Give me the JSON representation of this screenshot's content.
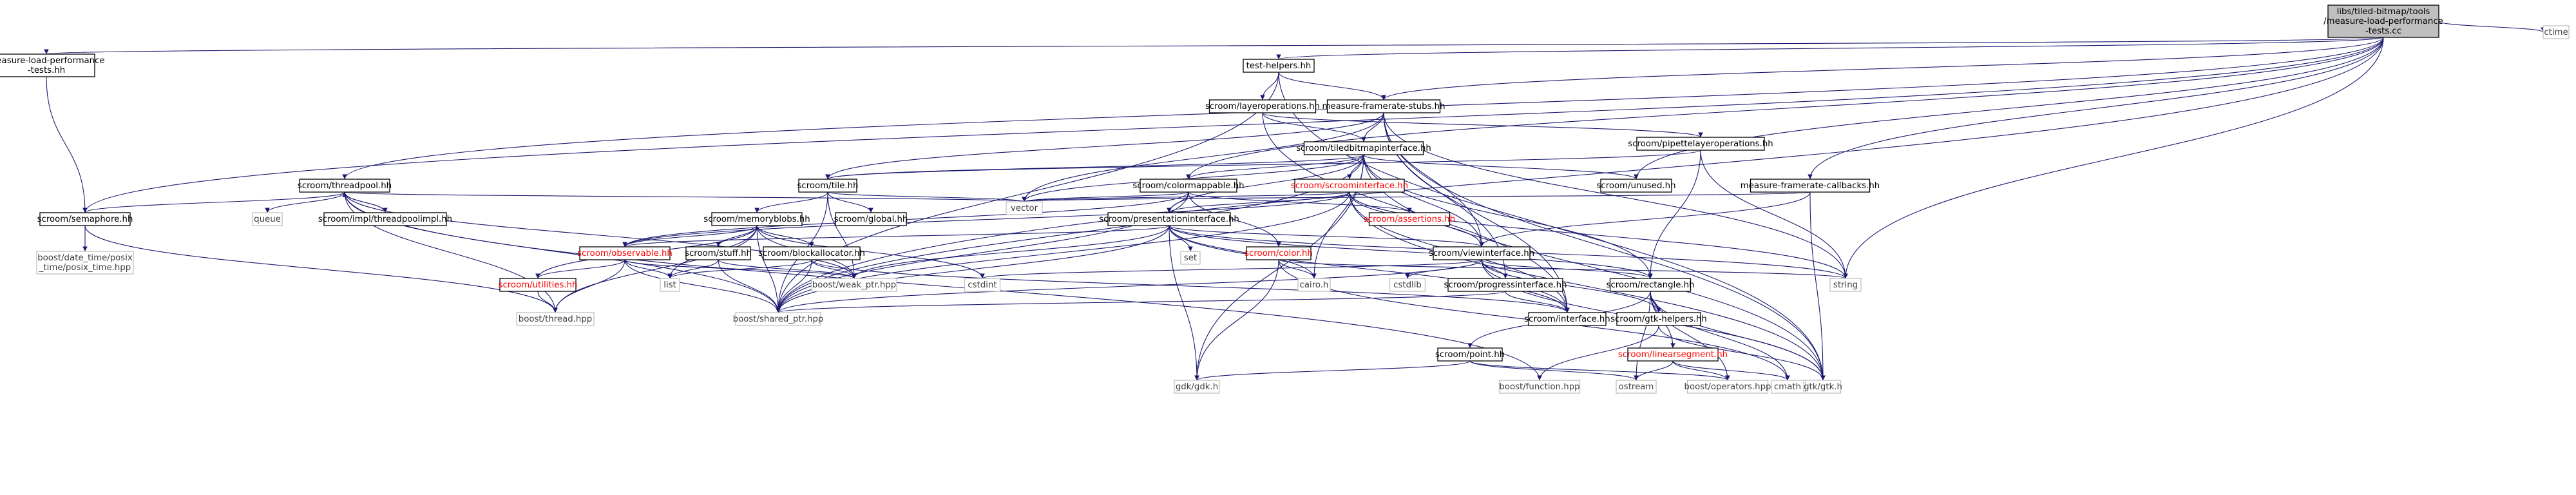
{
  "colors": {
    "edge": "#191970",
    "node_border": "#000000",
    "node_fill": "#ffffff",
    "root_fill": "#bfbfbf",
    "missing_border": "#bfbfbf",
    "missing_text": "#404040",
    "cycle_text": "#ff0000"
  },
  "nodes": {
    "root": [
      "libs/tiled-bitmap/tools",
      "/measure-load-performance",
      "-tests.cc"
    ],
    "mlpt": [
      "measure-load-performance",
      "-tests.hh"
    ],
    "threadpool": [
      "scroom/threadpool.hh"
    ],
    "semaphore": [
      "scroom/semaphore.hh"
    ],
    "posix_time": [
      "boost/date_time/posix",
      "_time/posix_time.hpp"
    ],
    "queue": [
      "queue"
    ],
    "threadpoolimpl": [
      "scroom/impl/threadpoolimpl.hh"
    ],
    "vector": [
      "vector"
    ],
    "testhelpers": [
      "test-helpers.hh"
    ],
    "layerops": [
      "scroom/layeroperations.hh"
    ],
    "mfs": [
      "measure-framerate-stubs.hh"
    ],
    "pipette": [
      "scroom/pipettelayeroperations.hh"
    ],
    "tbi": [
      "scroom/tiledbitmapinterface.hh"
    ],
    "tile": [
      "scroom/tile.hh"
    ],
    "global": [
      "scroom/global.hh"
    ],
    "memoryblobs": [
      "scroom/memoryblobs.hh"
    ],
    "colormappable": [
      "scroom/colormappable.hh"
    ],
    "scroominterface": [
      "scroom/scroominterface.hh"
    ],
    "unused": [
      "scroom/unused.hh"
    ],
    "mfc": [
      "measure-framerate-callbacks.hh"
    ],
    "ctime": [
      "ctime"
    ],
    "assertions": [
      "scroom/assertions.hh"
    ],
    "presentation": [
      "scroom/presentationinterface.hh"
    ],
    "set": [
      "set"
    ],
    "observable": [
      "scroom/observable.hh"
    ],
    "stuff": [
      "scroom/stuff.hh"
    ],
    "blockallocator": [
      "scroom/blockallocator.hh"
    ],
    "color": [
      "scroom/color.hh"
    ],
    "viewinterface": [
      "scroom/viewinterface.hh"
    ],
    "utilities": [
      "scroom/utilities.hh"
    ],
    "list": [
      "list"
    ],
    "weakptr": [
      "boost/weak_ptr.hpp"
    ],
    "cstdint": [
      "cstdint"
    ],
    "cairo": [
      "cairo.h"
    ],
    "cstdlib": [
      "cstdlib"
    ],
    "progress": [
      "scroom/progressinterface.hh"
    ],
    "rectangle": [
      "scroom/rectangle.hh"
    ],
    "string": [
      "string"
    ],
    "thread": [
      "boost/thread.hpp"
    ],
    "sharedptr": [
      "boost/shared_ptr.hpp"
    ],
    "interface": [
      "scroom/interface.hh"
    ],
    "point": [
      "scroom/point.hh"
    ],
    "gtkhelpers": [
      "scroom/gtk-helpers.hh"
    ],
    "linearsegment": [
      "scroom/linearsegment.hh"
    ],
    "gdk": [
      "gdk/gdk.h"
    ],
    "function": [
      "boost/function.hpp"
    ],
    "ostream": [
      "ostream"
    ],
    "operators": [
      "boost/operators.hpp"
    ],
    "cmath": [
      "cmath"
    ],
    "gtk": [
      "gtk/gtk.h"
    ]
  }
}
